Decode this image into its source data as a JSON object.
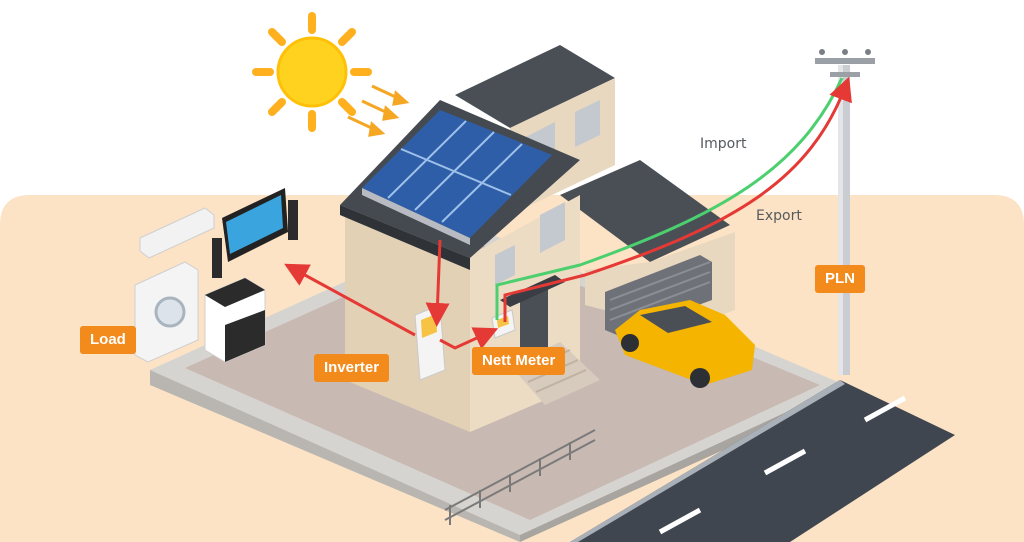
{
  "labels": {
    "load": "Load",
    "inverter": "Inverter",
    "nett_meter": "Nett Meter",
    "pln": "PLN",
    "import": "Import",
    "export": "Export"
  },
  "colors": {
    "accent": "#f28a1c",
    "ground": "#fde3c5",
    "import_line": "#4ccf6f",
    "export_line": "#e53935",
    "solar_panel": "#2f5ea8",
    "sun": "#ffd21f",
    "car": "#f4b400"
  },
  "icons": [
    "sun-icon",
    "solar-panel-icon",
    "house-icon",
    "car-icon",
    "power-pole-icon",
    "air-conditioner-icon",
    "tv-icon",
    "washing-machine-icon",
    "stove-icon",
    "inverter-icon",
    "meter-icon"
  ]
}
